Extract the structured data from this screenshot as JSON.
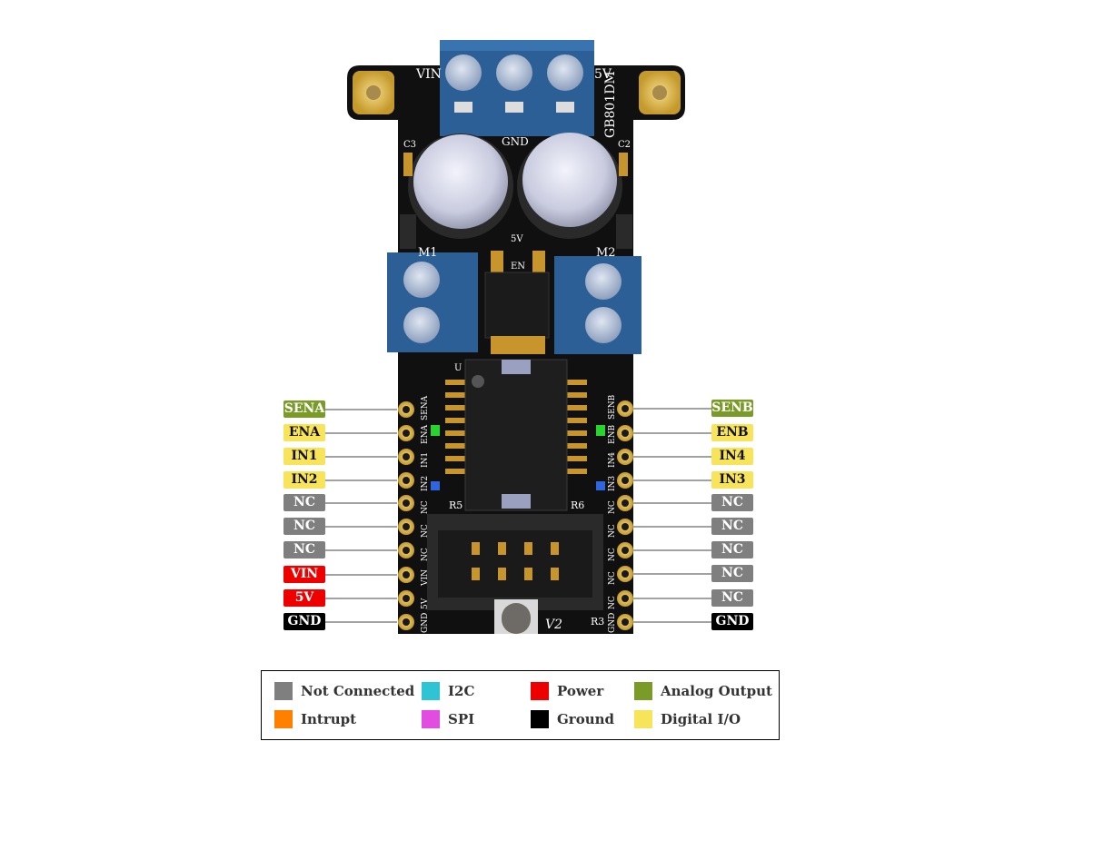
{
  "colors": {
    "not_connected": "#7f7f7f",
    "interrupt": "#ff7f00",
    "i2c": "#2ec4d6",
    "spi": "#e24ce0",
    "power": "#ee0000",
    "ground": "#000000",
    "analog_output": "#7a9b27",
    "digital_io": "#f7e45a"
  },
  "board": {
    "silkscreen": {
      "vin": "VIN",
      "fivev": "5V",
      "gnd": "GND",
      "model": "GB801DM",
      "c3": "C3",
      "c2": "C2",
      "m1": "M1",
      "m2": "M2",
      "en": "EN",
      "fivev_small": "5V",
      "u": "U",
      "r5": "R5",
      "r6": "R6",
      "r3": "R3",
      "v2": "V2",
      "left_pins": [
        "SENA",
        "ENA",
        "IN1",
        "IN2",
        "NC",
        "NC",
        "NC",
        "VIN",
        "5V",
        "GND"
      ],
      "right_pins": [
        "SENB",
        "ENB",
        "IN4",
        "IN3",
        "NC",
        "NC",
        "NC",
        "NC",
        "NC",
        "GND"
      ]
    }
  },
  "pins_left": [
    {
      "label": "SENA",
      "type": "analog_output"
    },
    {
      "label": "ENA",
      "type": "digital_io"
    },
    {
      "label": "IN1",
      "type": "digital_io"
    },
    {
      "label": "IN2",
      "type": "digital_io"
    },
    {
      "label": "NC",
      "type": "not_connected"
    },
    {
      "label": "NC",
      "type": "not_connected"
    },
    {
      "label": "NC",
      "type": "not_connected"
    },
    {
      "label": "VIN",
      "type": "power"
    },
    {
      "label": "5V",
      "type": "power"
    },
    {
      "label": "GND",
      "type": "ground"
    }
  ],
  "pins_right": [
    {
      "label": "SENB",
      "type": "analog_output"
    },
    {
      "label": "ENB",
      "type": "digital_io"
    },
    {
      "label": "IN4",
      "type": "digital_io"
    },
    {
      "label": "IN3",
      "type": "digital_io"
    },
    {
      "label": "NC",
      "type": "not_connected"
    },
    {
      "label": "NC",
      "type": "not_connected"
    },
    {
      "label": "NC",
      "type": "not_connected"
    },
    {
      "label": "NC",
      "type": "not_connected"
    },
    {
      "label": "NC",
      "type": "not_connected"
    },
    {
      "label": "GND",
      "type": "ground"
    }
  ],
  "legend": [
    {
      "label": "Not Connected",
      "type": "not_connected"
    },
    {
      "label": "I2C",
      "type": "i2c"
    },
    {
      "label": "Power",
      "type": "power"
    },
    {
      "label": "Analog Output",
      "type": "analog_output"
    },
    {
      "label": "Intrupt",
      "type": "interrupt"
    },
    {
      "label": "SPI",
      "type": "spi"
    },
    {
      "label": "Ground",
      "type": "ground"
    },
    {
      "label": "Digital I/O",
      "type": "digital_io"
    }
  ]
}
